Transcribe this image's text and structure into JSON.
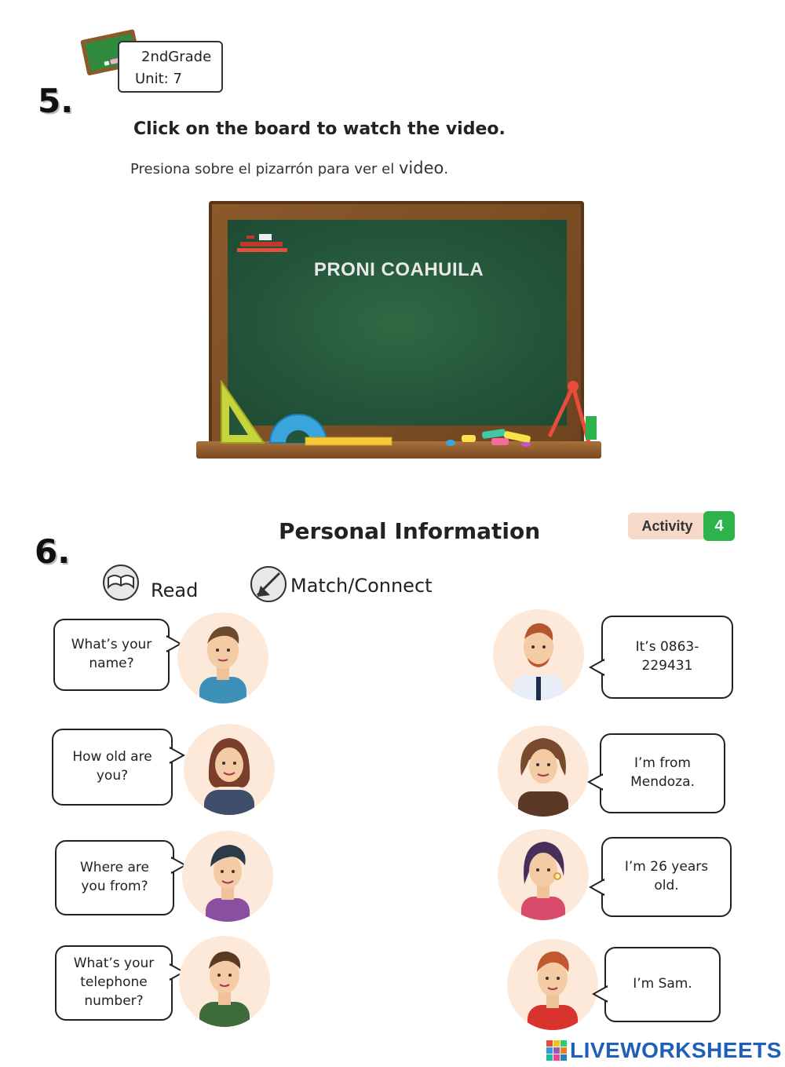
{
  "header": {
    "grade_number": "2nd",
    "grade_word": "Grade",
    "unit_label": "Unit:",
    "unit_number": "7"
  },
  "q5": {
    "number": "5.",
    "instruction_en": "Click on the board to watch the video.",
    "instruction_es_main": "Presiona sobre el pizarrón para ver el ",
    "instruction_es_word": "video",
    "instruction_es_end": ".",
    "board_title": "PRONI COAHUILA"
  },
  "q6": {
    "number": "6.",
    "title": "Personal Information",
    "activity_label": "Activity",
    "activity_number": "4",
    "mode_read": "Read",
    "mode_match": "Match/Connect",
    "questions": [
      "What’s your\nname?",
      "How old are\nyou?",
      "Where are\nyou from?",
      "What’s your\ntelephone\nnumber?"
    ],
    "answers": [
      "It’s 0863-\n229431",
      "I’m from\nMendoza.",
      "I’m 26 years\nold.",
      "I’m Sam."
    ]
  },
  "footer": {
    "brand": "LIVEWORKSHEETS"
  },
  "colors": {
    "board_green": "#24553a",
    "frame_brown": "#7a4a22",
    "activity_green": "#2eb24c",
    "brand_blue": "#1f5fb8"
  }
}
